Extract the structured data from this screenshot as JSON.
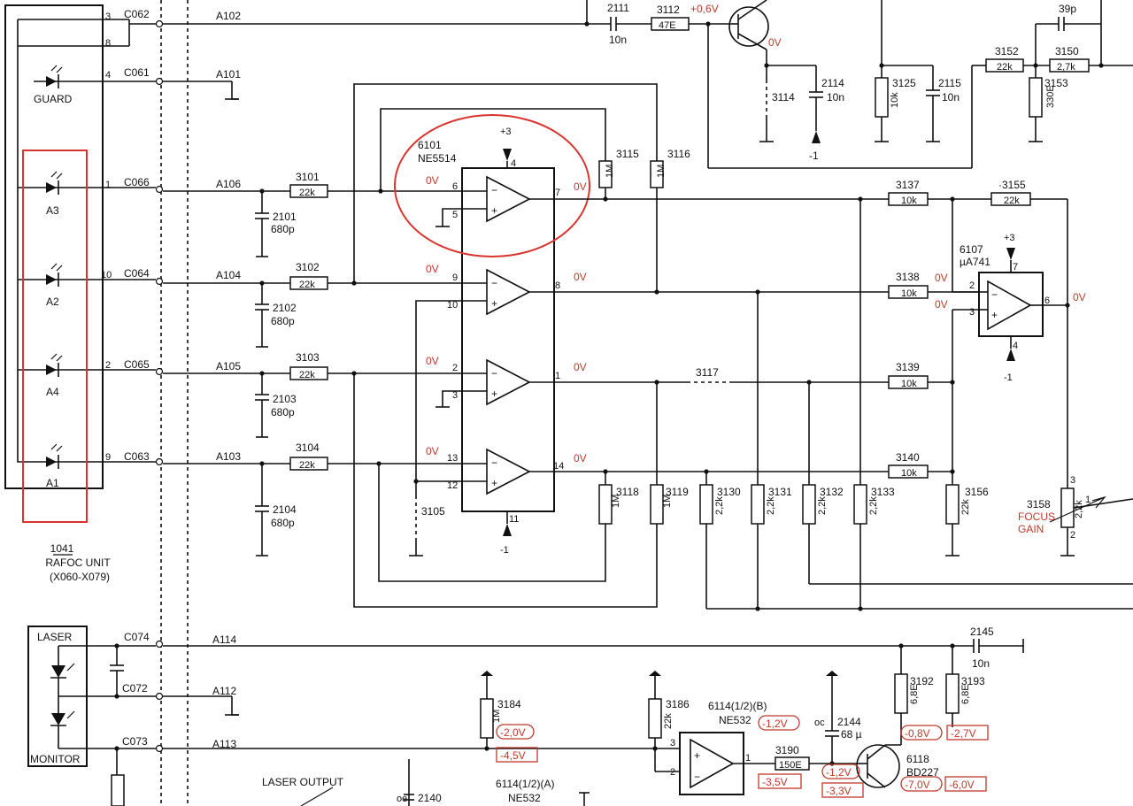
{
  "rafoc": {
    "unit_number": "1041",
    "unit_name": "RAFOC UNIT",
    "unit_range": "(X060-X079)",
    "guard_label": "GUARD",
    "diodes": [
      "A3",
      "A2",
      "A4",
      "A1"
    ]
  },
  "connector_pins": [
    "3",
    "8",
    "4",
    "1",
    "10",
    "2",
    "9"
  ],
  "c_labels": [
    "C062",
    "C061",
    "C066",
    "C064",
    "C065",
    "C063",
    "C074",
    "C072",
    "C073"
  ],
  "a_labels": [
    "A102",
    "A101",
    "A106",
    "A104",
    "A105",
    "A103",
    "A114",
    "A112",
    "A113"
  ],
  "input_resistors": [
    {
      "ref": "3101",
      "value": "22k"
    },
    {
      "ref": "3102",
      "value": "22k"
    },
    {
      "ref": "3103",
      "value": "22k"
    },
    {
      "ref": "3104",
      "value": "22k"
    }
  ],
  "input_caps": [
    {
      "ref": "2101",
      "value": "680p"
    },
    {
      "ref": "2102",
      "value": "680p"
    },
    {
      "ref": "2103",
      "value": "680p"
    },
    {
      "ref": "2104",
      "value": "680p"
    }
  ],
  "quad_opamp": {
    "ref": "6101",
    "part": "NE5514",
    "supply_pos": "+3",
    "supply_neg": "-1",
    "pins": [
      "4",
      "6",
      "5",
      "7",
      "9",
      "10",
      "8",
      "2",
      "3",
      "1",
      "13",
      "12",
      "14",
      "11"
    ]
  },
  "feedback_resistors": [
    {
      "ref": "3115",
      "value": "1M"
    },
    {
      "ref": "3116",
      "value": "1M"
    },
    {
      "ref": "3118",
      "value": "1M"
    },
    {
      "ref": "3119",
      "value": "1M"
    }
  ],
  "pulldown_resistors": [
    {
      "ref": "3130",
      "value": "2,2k"
    },
    {
      "ref": "3131",
      "value": "2,2k"
    },
    {
      "ref": "3132",
      "value": "2,2k"
    },
    {
      "ref": "3133",
      "value": "2,2k"
    }
  ],
  "sum_resistors": [
    {
      "ref": "3137",
      "value": "10k"
    },
    {
      "ref": "3138",
      "value": "10k"
    },
    {
      "ref": "3139",
      "value": "10k"
    },
    {
      "ref": "3140",
      "value": "10k"
    }
  ],
  "jumpers": [
    "3117",
    "3105",
    "3114"
  ],
  "output_opamp": {
    "ref": "6107",
    "part": "µA741",
    "supply_pos": "+3",
    "supply_neg": "-1",
    "pins": [
      "7",
      "2",
      "3",
      "6",
      "4"
    ]
  },
  "r3155": {
    "ref": "·3155",
    "value": "22k"
  },
  "r3156": {
    "ref": "3156",
    "value": "22k"
  },
  "pot": {
    "ref": "3158",
    "value": "2,2k",
    "label1": "FOCUS",
    "label2": "GAIN",
    "pins": [
      "3",
      "1",
      "2"
    ]
  },
  "voltages": {
    "zero": "0V",
    "plus06": "+0,6V"
  },
  "top": {
    "c2111": {
      "ref": "2111",
      "value": "10n"
    },
    "r3112": {
      "ref": "3112",
      "value": "47E"
    },
    "c2114": {
      "ref": "2114",
      "value": "10n"
    },
    "minus1": "-1",
    "r3125": {
      "ref": "3125",
      "value": "10k"
    },
    "c2115": {
      "ref": "2115",
      "value": "10n"
    },
    "r3152": {
      "ref": "3152",
      "value": "22k"
    },
    "r3150": {
      "ref": "3150",
      "value": "2,7k"
    },
    "c39p": "39p",
    "r3153": {
      "ref": "3153",
      "value": "330E"
    }
  },
  "laser": {
    "laser_label": "LASER",
    "monitor_label": "MONITOR",
    "output_label": "LASER OUTPUT",
    "r3184": {
      "ref": "3184",
      "value": "1M"
    },
    "r3186": {
      "ref": "3186",
      "value": "22k"
    },
    "opamp_b_ref": "6114(1/2)(B)",
    "opamp_b_part": "NE532",
    "opamp_a_ref": "6114(1/2)(A)",
    "opamp_a_part": "NE532",
    "opamp_pins": [
      "3",
      "2",
      "1"
    ],
    "r3190": {
      "ref": "3190",
      "value": "150E"
    },
    "c2144": {
      "ref": "2144",
      "value": "68 µ",
      "prefix": "oc"
    },
    "c2145": {
      "ref": "2145",
      "value": "10n"
    },
    "c2140": {
      "ref": "2140",
      "prefix": "oe"
    },
    "r3192": {
      "ref": "3192",
      "value": "6,8E"
    },
    "r3193": {
      "ref": "3193",
      "value": "6,8E"
    },
    "transistor": {
      "ref": "6118",
      "part": "BD227"
    },
    "volts": {
      "v_m20": "-2,0V",
      "v_m45": "-4,5V",
      "v_m12a": "-1,2V",
      "v_m35": "-3,5V",
      "v_m12b": "-1,2V",
      "v_m33": "-3,3V",
      "v_m08": "-0,8V",
      "v_m27": "-2,7V",
      "v_m70": "-7,0V",
      "v_m60": "-6,0V"
    }
  },
  "colors": {
    "ink": "#111111",
    "voltage": "#c0392b",
    "highlight": "#d9352f"
  }
}
